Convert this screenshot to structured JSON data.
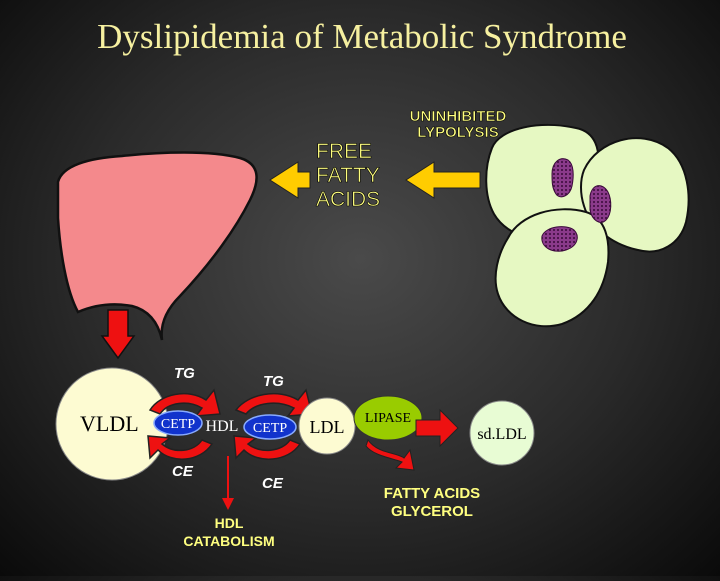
{
  "title": "Dyslipidemia of Metabolic Syndrome",
  "labels": {
    "uninhibited_line1": "UNINHIBITED",
    "uninhibited_line2": "LYPOLYSIS",
    "ffa_line1": "FREE",
    "ffa_line2": "FATTY",
    "ffa_line3": "ACIDS",
    "tg_left": "TG",
    "tg_right": "TG",
    "vldl": "VLDL",
    "cetp_left": "CETP",
    "hdl": "HDL",
    "cetp_right": "CETP",
    "ldl": "LDL",
    "lipase": "LIPASE",
    "sdldl": "sd.LDL",
    "ce_left": "CE",
    "ce_right": "CE",
    "hdl_catabolism_line1": "HDL",
    "hdl_catabolism_line2": "CATABOLISM",
    "fatty_acids_glycerol_line1": "FATTY ACIDS",
    "fatty_acids_glycerol_line2": "GLYCEROL"
  },
  "colors": {
    "title": "#f6f0a0",
    "label_yellow": "#ffff80",
    "liver": "#f4898c",
    "adipocyte": "#e6f8c2",
    "nucleus": "#7b2a7a",
    "arrow_yellow": "#ffcc00",
    "arrow_red": "#ee1111",
    "cream": "#fdfbd2",
    "lipase_green": "#99cc00",
    "cetp_blue": "#1133cc",
    "pale_green": "#e8fcd4"
  }
}
